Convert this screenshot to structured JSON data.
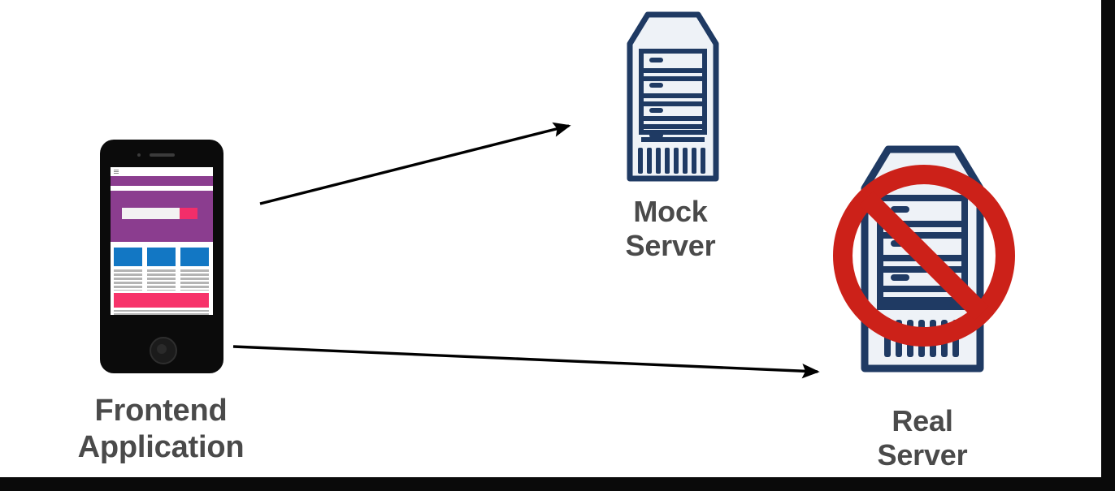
{
  "diagram": {
    "title": "Frontend application calls mock server instead of real server",
    "background_color": "#ffffff",
    "label_color": "#4a4a4a",
    "server_color": "#1f3a63",
    "server_fill": "#eef2f7",
    "prohibition_color": "#cc2119",
    "arrow_color": "#000000"
  },
  "nodes": {
    "frontend": {
      "label": "Frontend\nApplication",
      "icon": "smartphone-icon",
      "screen": {
        "navbar_icon": "hamburger-menu-icon",
        "accent_purple": "#8b3d8f",
        "accent_blue": "#1277c4",
        "accent_pink": "#f7336a",
        "input_button_color": "#f22e6a"
      }
    },
    "mock_server": {
      "label": "Mock\nServer",
      "icon": "server-rack-icon",
      "rack_bays": 4,
      "vent_bars": 9,
      "disabled": false
    },
    "real_server": {
      "label": "Real\nServer",
      "icon": "server-rack-icon",
      "rack_bays": 4,
      "vent_bars": 10,
      "disabled": true,
      "overlay_icon": "prohibition-no-entry-icon"
    }
  },
  "connections": [
    {
      "name": "frontend-to-mock-server",
      "from": "frontend",
      "to": "mock_server",
      "style": "solid-arrow",
      "active": true
    },
    {
      "name": "frontend-to-real-server",
      "from": "frontend",
      "to": "real_server",
      "style": "solid-arrow",
      "active": true
    }
  ],
  "watermark": {
    "text": "",
    "visible": true
  },
  "frame": {
    "right_bar_color": "#0a0a0a",
    "bottom_bar_color": "#0a0a0a"
  }
}
